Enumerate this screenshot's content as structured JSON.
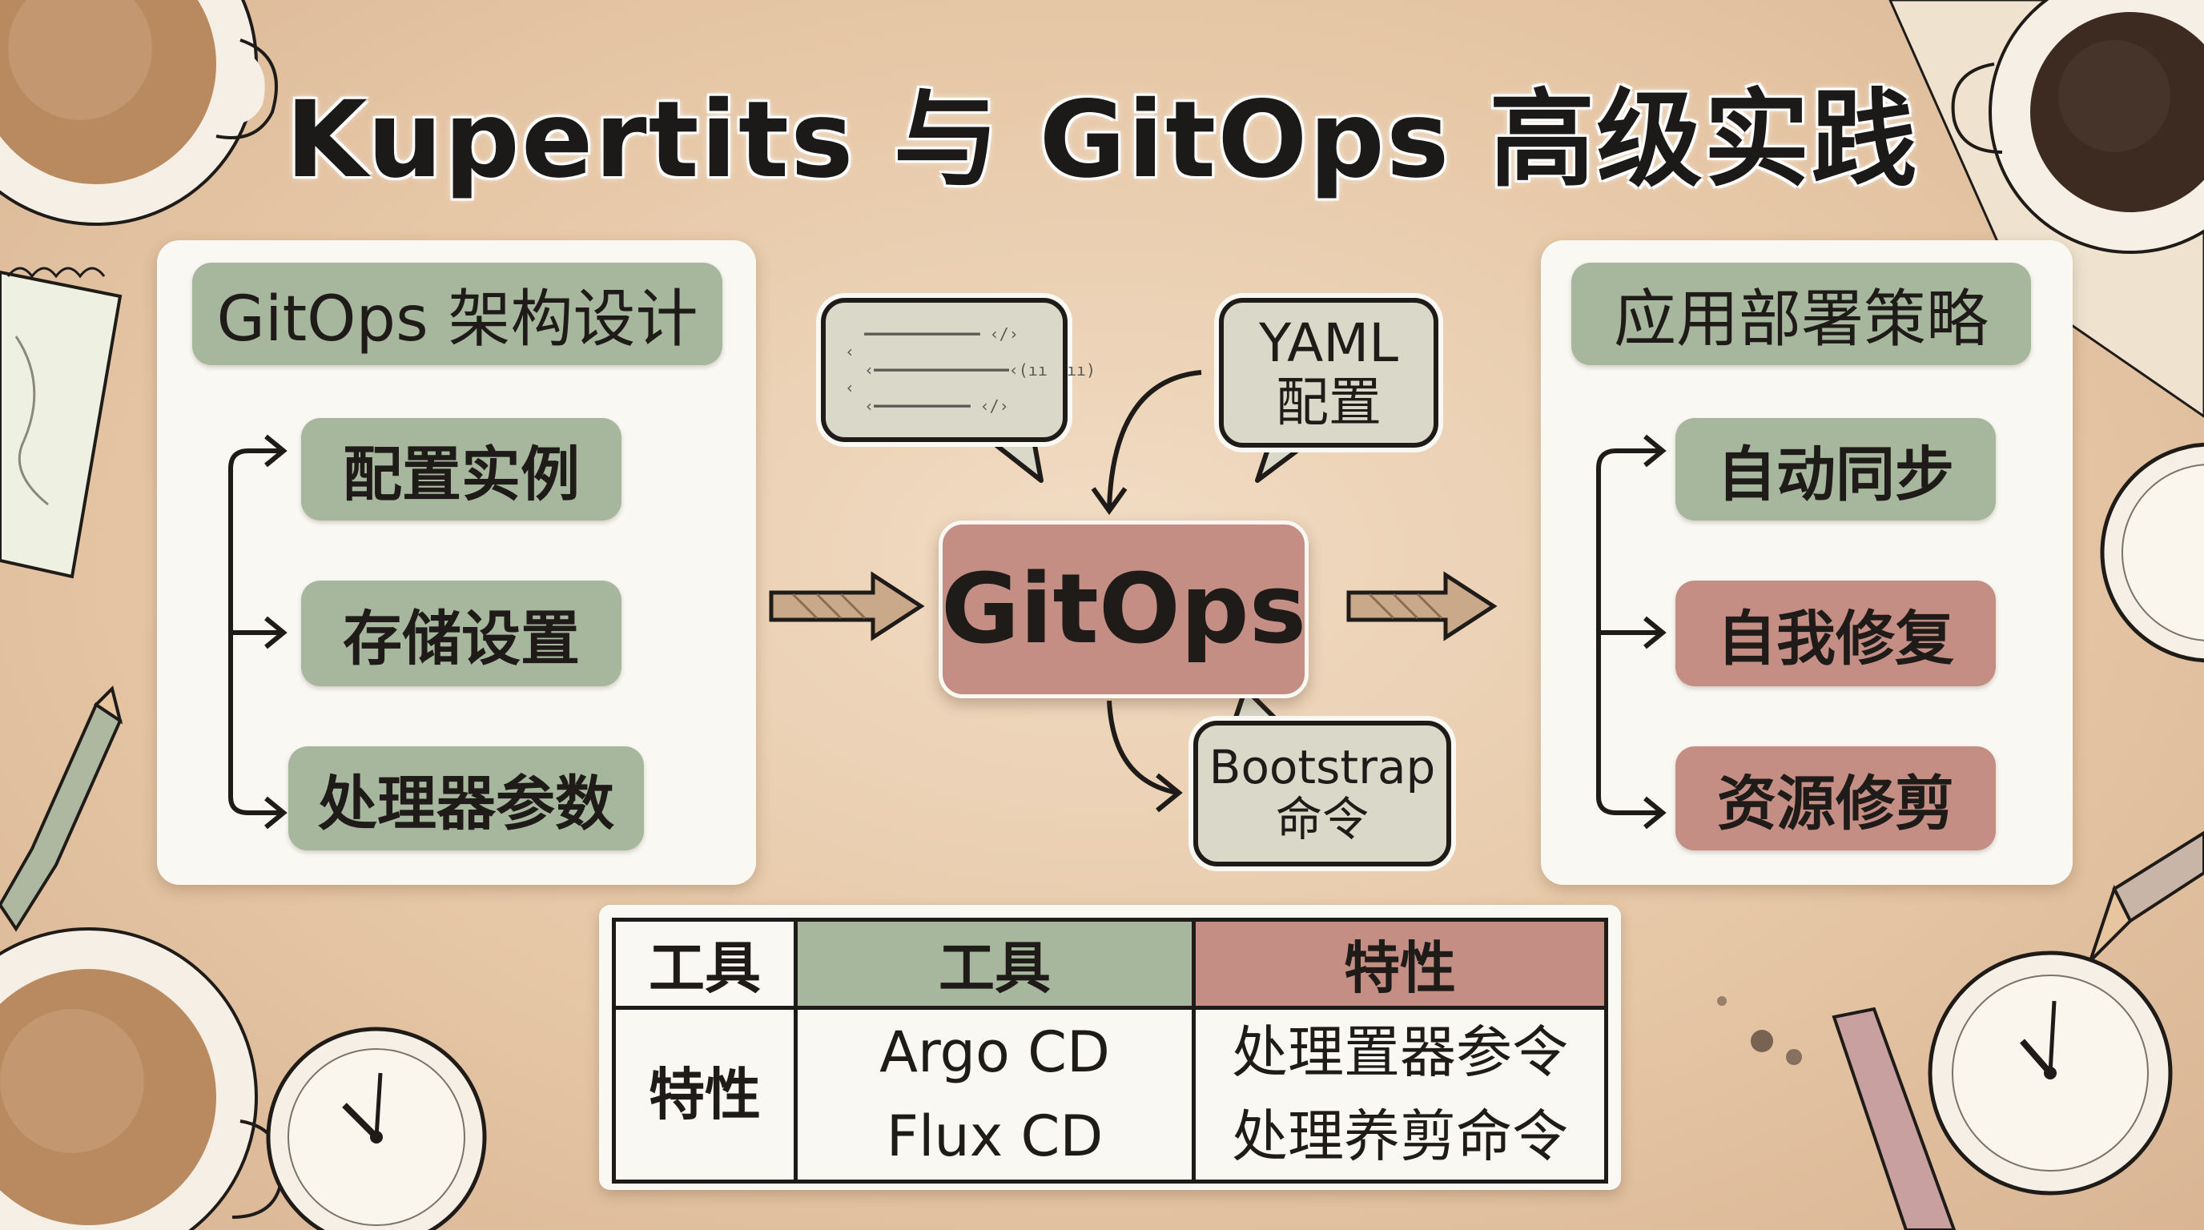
{
  "title": "Kupertits 与 GitOps 高级实践",
  "left_panel": {
    "header": "GitOps 架构设计",
    "items": [
      "配置实例",
      "存储设置",
      "处理器参数"
    ]
  },
  "center": {
    "main": "GitOps",
    "yaml_bubble": [
      "YAML",
      "配置"
    ],
    "bootstrap_bubble": [
      "Bootstrap",
      "命令"
    ],
    "code_lines": [
      "  ━━━━━━━━━━━━ ‹/›",
      "‹",
      "  ‹━━━━━━━━━━━━━━‹(ıı  ıı)",
      "‹",
      "  ‹━━━━━━━━━━ ‹/›"
    ]
  },
  "right_panel": {
    "header": "应用部署策略",
    "items": [
      {
        "label": "自动同步",
        "color": "#a7b79d"
      },
      {
        "label": "自我修复",
        "color": "#c48e85"
      },
      {
        "label": "资源修剪",
        "color": "#c48e85"
      }
    ]
  },
  "table": {
    "header": [
      "工具",
      "工具",
      "特性"
    ],
    "row_label": "特性",
    "tools": [
      "Argo CD",
      "Flux CD"
    ],
    "features": [
      "处理置器参令",
      "处理养剪命令"
    ]
  },
  "colors": {
    "sage": "#a7b79d",
    "rose": "#c48e85",
    "panel": "#faf8f3",
    "background": "#e6c7a6"
  },
  "decor": [
    "coffee-cup-icon",
    "clock-icon",
    "pencil-icon",
    "notepad-icon"
  ]
}
